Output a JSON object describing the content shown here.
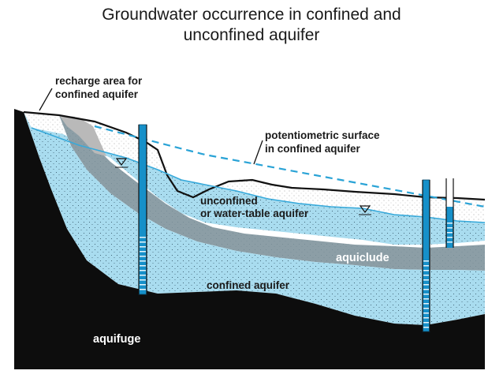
{
  "title": {
    "line1": "Groundwater occurrence in confined and",
    "line2": "unconfined aquifer"
  },
  "labels": {
    "recharge_line1": "recharge area for",
    "recharge_line2": "confined aquifer",
    "potentiometric_line1": "potentiometric surface",
    "potentiometric_line2": "in confined aquifer",
    "unconfined_line1": "unconfined",
    "unconfined_line2": "or water-table aquifer",
    "aquiclude": "aquiclude",
    "confined_aquifer": "confined aquifer",
    "aquifuge": "aquifuge"
  },
  "colors": {
    "aquifer_blue": "#a9dcef",
    "aquiclude_gray": "#8c9ea6",
    "aquifuge_black": "#0d0d0d",
    "potentiometric_dashed": "#2aa3d6",
    "well_blue": "#1690c9",
    "water_table": "#37a9da"
  }
}
